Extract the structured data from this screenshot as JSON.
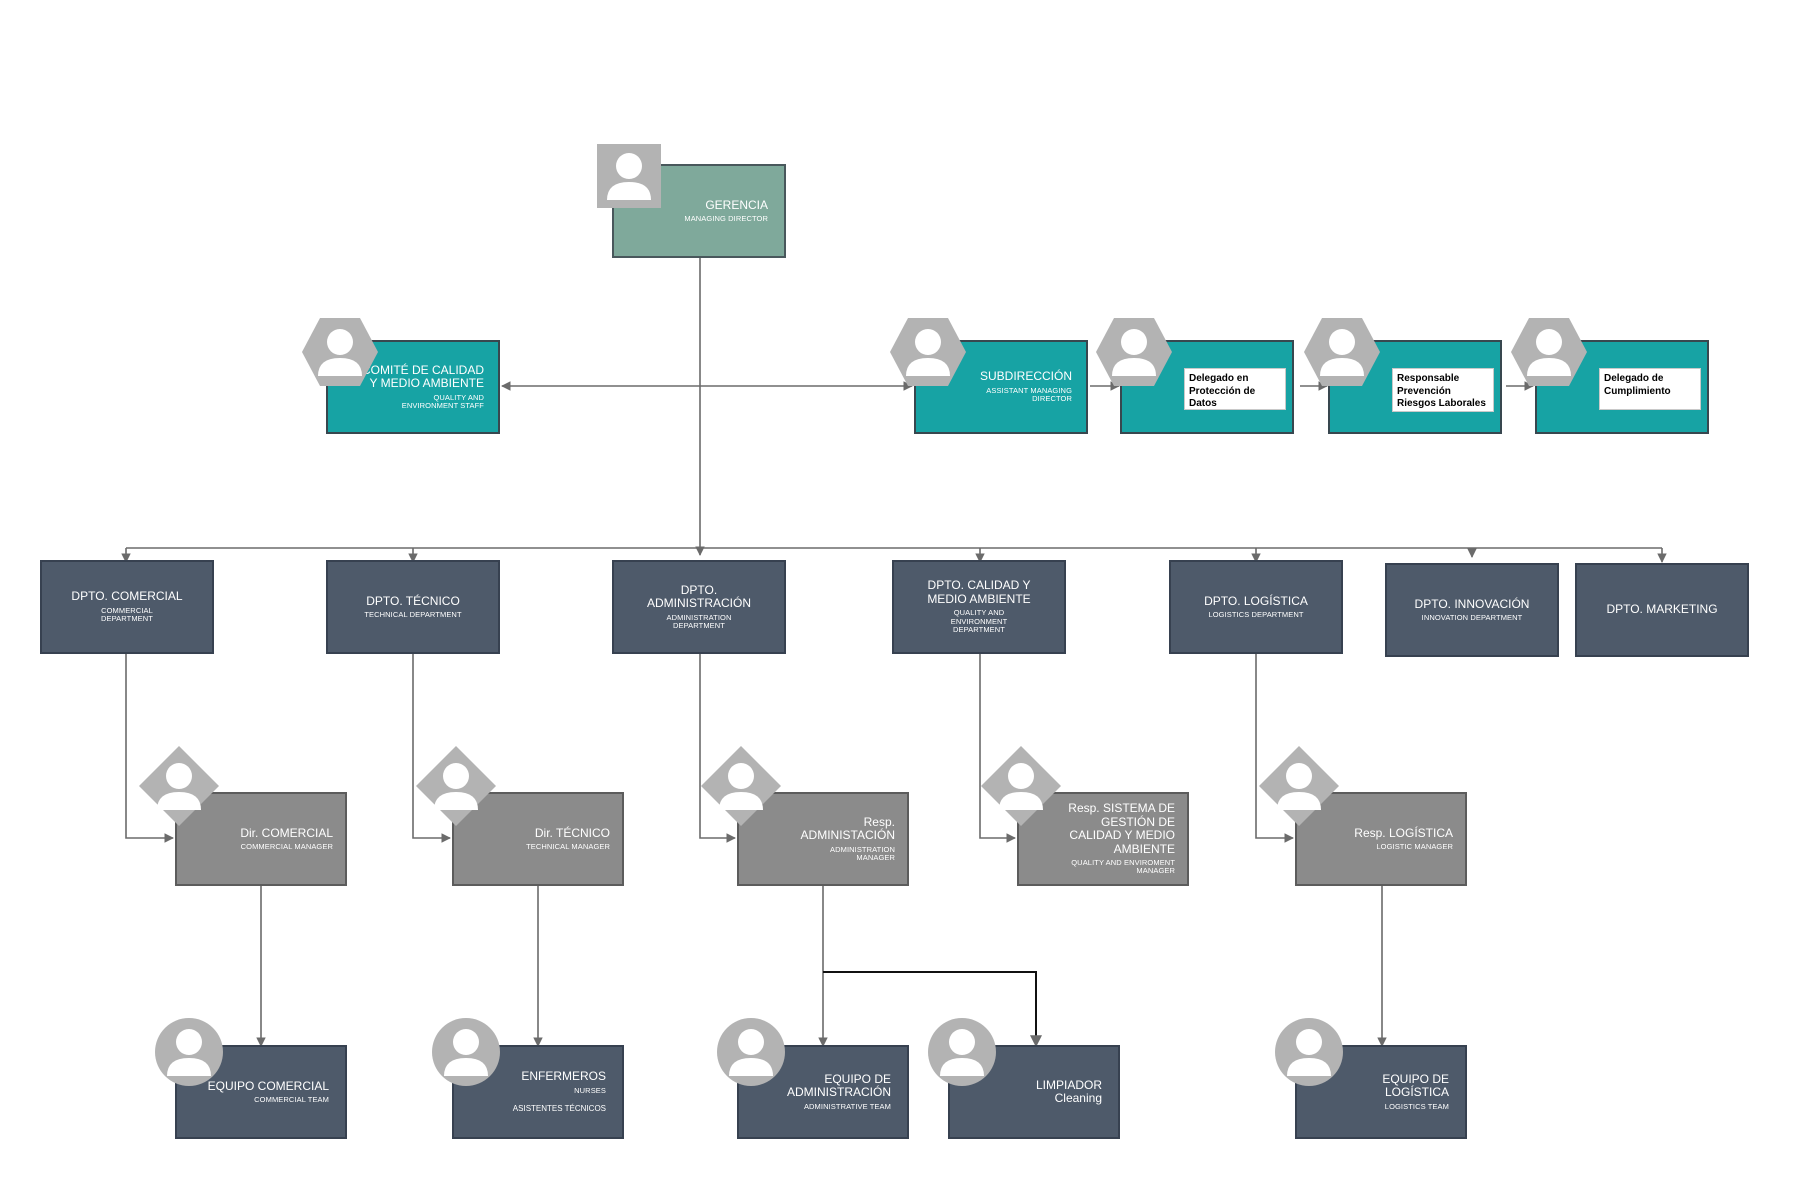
{
  "top": {
    "title": "GERENCIA",
    "subtitle": "MANAGING DIRECTOR"
  },
  "staff": {
    "quality": {
      "title_lines": [
        "COMITÉ DE CALIDAD",
        "Y MEDIO AMBIENTE"
      ],
      "subtitle_lines": [
        "QUALITY AND",
        "ENVIRONMENT STAFF"
      ]
    },
    "subdireccion": {
      "title": "SUBDIRECCIÓN",
      "subtitle_lines": [
        "ASSISTANT MANAGING",
        "DIRECTOR"
      ]
    },
    "chain": [
      {
        "label": "Delegado en Protección de Datos"
      },
      {
        "label": "Responsable Prevención Riesgos Laborales"
      },
      {
        "label": "Delegado de Cumplimiento"
      }
    ]
  },
  "departments": [
    {
      "title_lines": [
        "DPTO. COMERCIAL"
      ],
      "subtitle_lines": [
        "COMMERCIAL",
        "DEPARTMENT"
      ]
    },
    {
      "title_lines": [
        "DPTO. TÉCNICO"
      ],
      "subtitle_lines": [
        "TECHNICAL DEPARTMENT"
      ]
    },
    {
      "title_lines": [
        "DPTO.",
        "ADMINISTRACIÓN"
      ],
      "subtitle_lines": [
        "ADMINISTRATION",
        "DEPARTMENT"
      ]
    },
    {
      "title_lines": [
        "DPTO. CALIDAD Y",
        "MEDIO AMBIENTE"
      ],
      "subtitle_lines": [
        "QUALITY AND",
        "ENVIRONMENT",
        "DEPARTMENT"
      ]
    },
    {
      "title_lines": [
        "DPTO. LOGÍSTICA"
      ],
      "subtitle_lines": [
        "LOGISTICS DEPARTMENT"
      ]
    },
    {
      "title_lines": [
        "DPTO. INNOVACIÓN"
      ],
      "subtitle_lines": [
        "INNOVATION DEPARTMENT"
      ]
    },
    {
      "title_lines": [
        "DPTO. MARKETING"
      ],
      "subtitle_lines": []
    }
  ],
  "managers": [
    {
      "title_lines": [
        "Dir. COMERCIAL"
      ],
      "subtitle_lines": [
        "COMMERCIAL MANAGER"
      ]
    },
    {
      "title_lines": [
        "Dir. TÉCNICO"
      ],
      "subtitle_lines": [
        "TECHNICAL MANAGER"
      ]
    },
    {
      "title_lines": [
        "Resp.",
        "ADMINISTACIÓN"
      ],
      "subtitle_lines": [
        "ADMINISTRATION",
        "MANAGER"
      ]
    },
    {
      "title_lines": [
        "Resp. SISTEMA DE",
        "GESTIÓN DE",
        "CALIDAD Y MEDIO",
        "AMBIENTE"
      ],
      "subtitle_lines": [
        "QUALITY AND ENVIROMENT",
        "MANAGER"
      ]
    },
    {
      "title_lines": [
        "Resp. LOGÍSTICA"
      ],
      "subtitle_lines": [
        "LOGISTIC MANAGER"
      ]
    }
  ],
  "teams": [
    {
      "title_lines": [
        "EQUIPO COMERCIAL"
      ],
      "subtitle_lines": [
        "COMMERCIAL TEAM"
      ],
      "extra": ""
    },
    {
      "title_lines": [
        "ENFERMEROS"
      ],
      "subtitle_lines": [
        "NURSES"
      ],
      "extra": "ASISTENTES TÉCNICOS"
    },
    {
      "title_lines": [
        "EQUIPO DE",
        "ADMINISTRACIÓN"
      ],
      "subtitle_lines": [
        "ADMINISTRATIVE TEAM"
      ],
      "extra": ""
    },
    {
      "title_lines": [
        "LIMPIADOR",
        "Cleaning"
      ],
      "subtitle_lines": [],
      "extra": ""
    },
    {
      "title_lines": [
        "EQUIPO DE",
        "LOGÍSTICA"
      ],
      "subtitle_lines": [
        "LOGISTICS TEAM"
      ],
      "extra": ""
    }
  ],
  "colors": {
    "top": "#7fa99b",
    "staff": "#17a3a4",
    "department": "#4e5a6a",
    "manager": "#8b8b8b",
    "team": "#4e5a6a",
    "connector": "#6b6b6b",
    "avatar": "#b3b3b3"
  }
}
